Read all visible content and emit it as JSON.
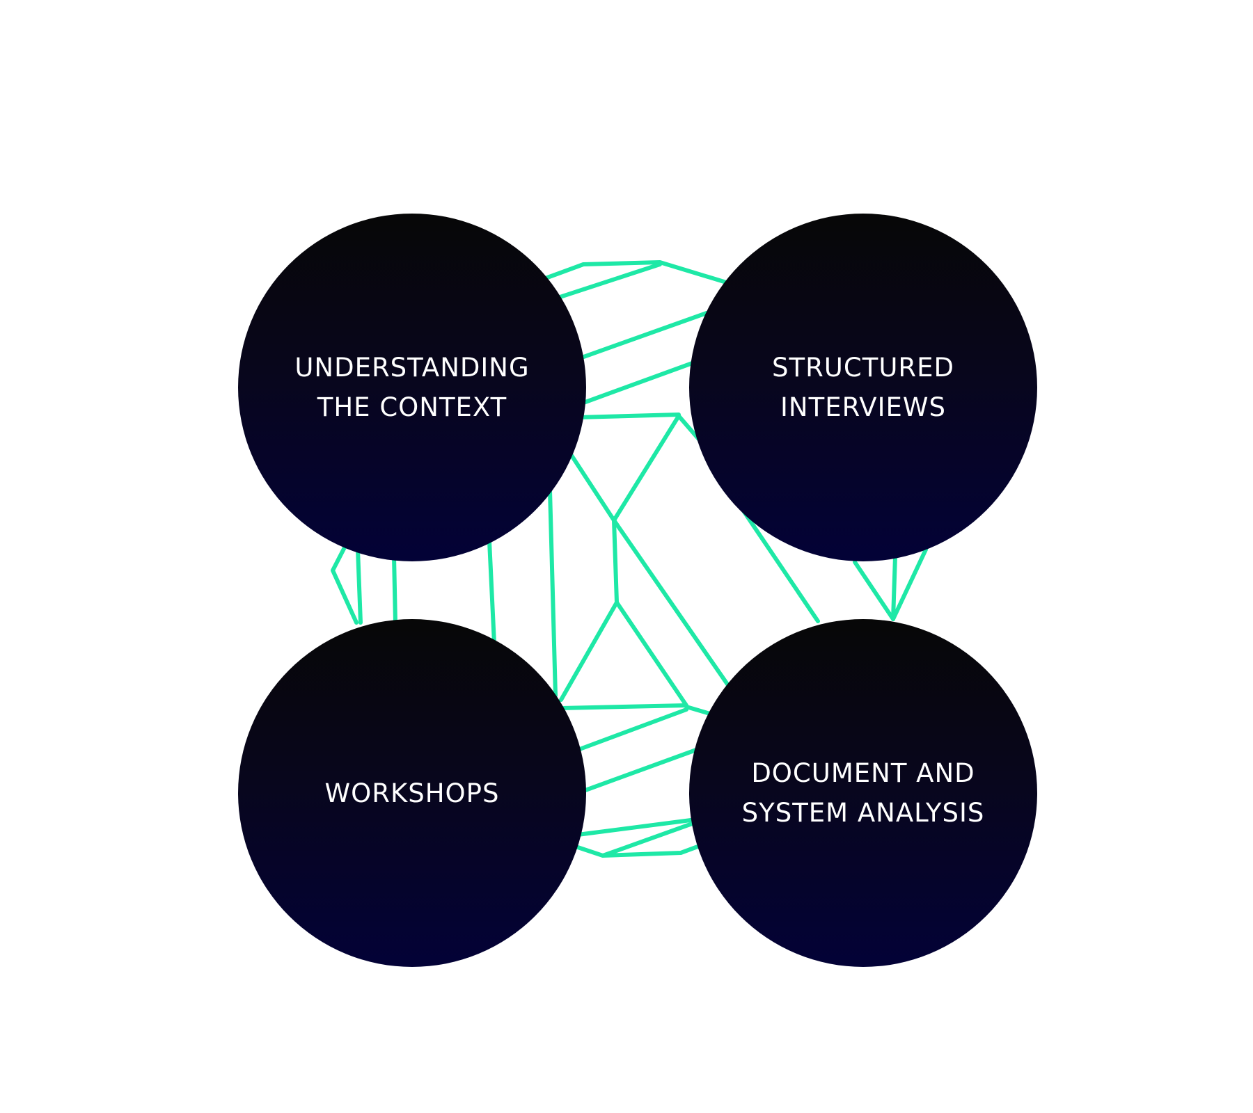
{
  "diagram": {
    "nodes": [
      {
        "id": "understanding-the-context",
        "label": "UNDERSTANDING\nTHE CONTEXT"
      },
      {
        "id": "structured-interviews",
        "label": "STRUCTURED\nINTERVIEWS"
      },
      {
        "id": "workshops",
        "label": "WORKSHOPS"
      },
      {
        "id": "document-and-system-analysis",
        "label": "DOCUMENT AND\nSYSTEM ANALYSIS"
      }
    ],
    "colors": {
      "background": "#ffffff",
      "node_fill_top": "#070707",
      "node_fill_bottom": "#030237",
      "node_text": "#ffffff",
      "wireframe": "#1ee8a6"
    },
    "decoration": "wireframe-polyhedron-behind-nodes"
  }
}
